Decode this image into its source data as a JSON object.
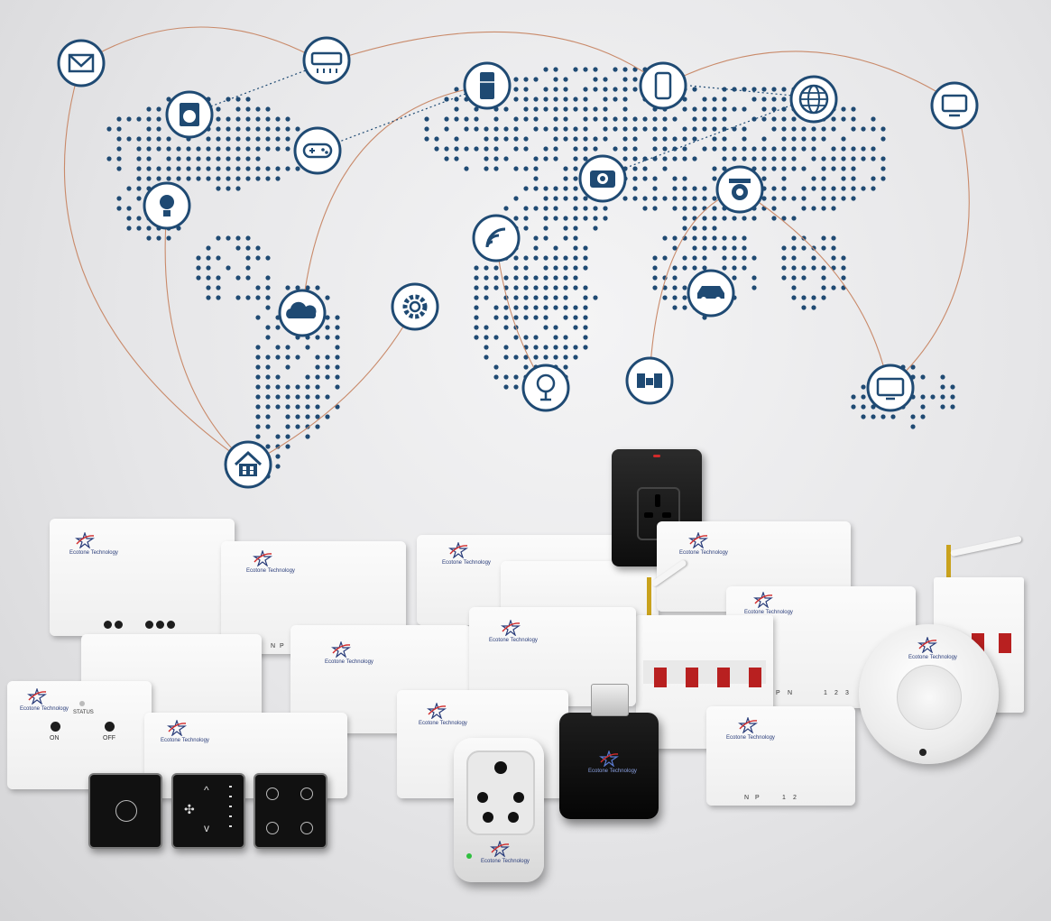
{
  "brand": {
    "name": "Ecotone Technology",
    "colors": {
      "map_blue": "#1f4a73",
      "arc": "#c98a6a",
      "logo_red": "#d12a2a",
      "logo_blue": "#2a3d7a"
    }
  },
  "map_icons": [
    "mail-icon",
    "air-conditioner-icon",
    "washing-machine-icon",
    "gamepad-icon",
    "light-bulb-icon",
    "refrigerator-icon",
    "smartphone-icon",
    "globe-icon",
    "monitor-icon",
    "camera-icon",
    "cctv-camera-icon",
    "wifi-icon",
    "settings-gear-icon",
    "cloud-icon",
    "car-icon",
    "speaker-icon",
    "fan-icon",
    "television-icon",
    "smart-home-icon"
  ],
  "devices": {
    "control_box": {
      "status": "STATUS",
      "on": "ON",
      "off": "OFF"
    },
    "terminals": {
      "p": "P",
      "n": "N",
      "one": "1",
      "two": "2",
      "three": "3"
    }
  }
}
